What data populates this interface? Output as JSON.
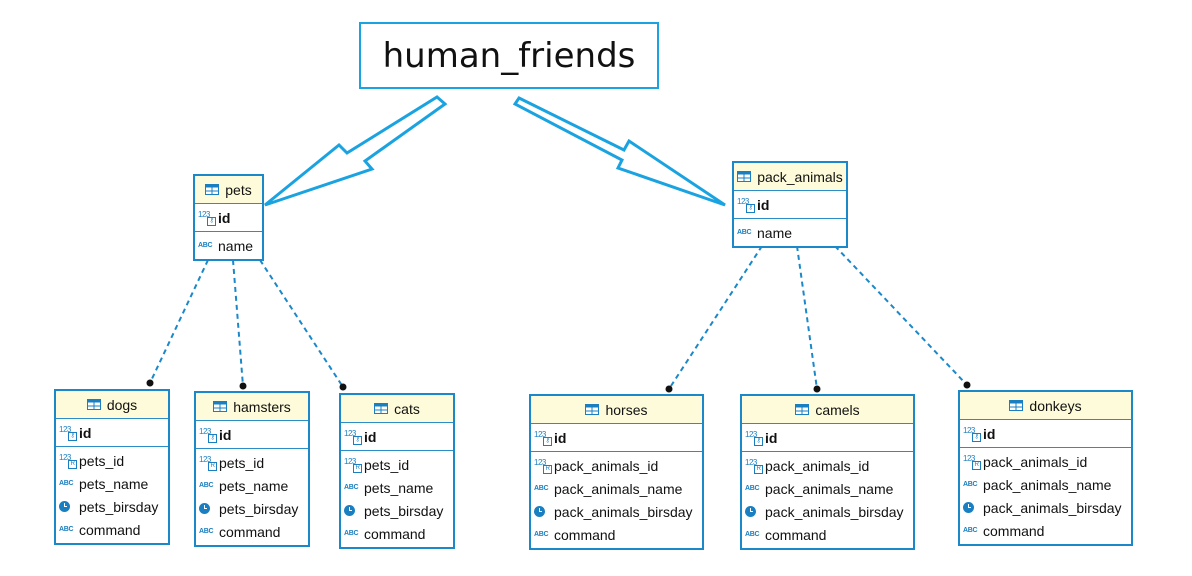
{
  "title": "human_friends",
  "colors": {
    "accent": "#1aa3e0",
    "entity_border": "#1a88c9",
    "header_bg": "#fdfbd9"
  },
  "entities": {
    "pets": {
      "name": "pets",
      "pk": "id",
      "fields": [
        "name"
      ]
    },
    "pack_animals": {
      "name": "pack_animals",
      "pk": "id",
      "fields": [
        "name"
      ]
    },
    "dogs": {
      "name": "dogs",
      "pk": "id",
      "fields": [
        "pets_id",
        "pets_name",
        "pets_birsday",
        "command"
      ]
    },
    "hamsters": {
      "name": "hamsters",
      "pk": "id",
      "fields": [
        "pets_id",
        "pets_name",
        "pets_birsday",
        "command"
      ]
    },
    "cats": {
      "name": "cats",
      "pk": "id",
      "fields": [
        "pets_id",
        "pets_name",
        "pets_birsday",
        "command"
      ]
    },
    "horses": {
      "name": "horses",
      "pk": "id",
      "fields": [
        "pack_animals_id",
        "pack_animals_name",
        "pack_animals_birsday",
        "command"
      ]
    },
    "camels": {
      "name": "camels",
      "pk": "id",
      "fields": [
        "pack_animals_id",
        "pack_animals_name",
        "pack_animals_birsday",
        "command"
      ]
    },
    "donkeys": {
      "name": "donkeys",
      "pk": "id",
      "fields": [
        "pack_animals_id",
        "pack_animals_name",
        "pack_animals_birsday",
        "command"
      ]
    }
  },
  "icons": {
    "id": "numeric-key-icon",
    "fk": "numeric-foreign-key-icon",
    "text": "abc-text-icon",
    "date": "clock-date-icon",
    "table": "table-icon"
  }
}
